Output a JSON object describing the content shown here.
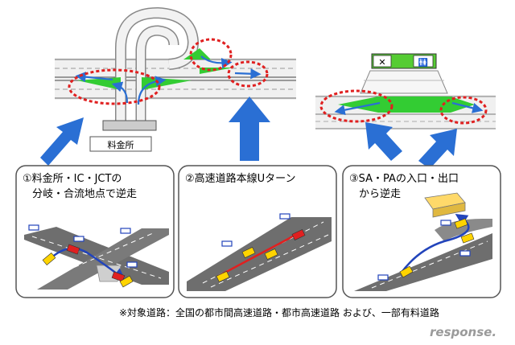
{
  "top": {
    "tollbooth_label": "料金所",
    "sa_sign_left": "✕",
    "sa_sign_right": "🚻"
  },
  "panels": [
    {
      "number": "①",
      "line1": "料金所・IC・JCTの",
      "line2": "分岐・合流地点で逆走"
    },
    {
      "number": "②",
      "line1": "高速道路本線Uターン",
      "line2": ""
    },
    {
      "number": "③",
      "line1": "SA・PAの入口・出口",
      "line2": "から逆走"
    }
  ],
  "footnote": "※対象道路：全国の都市間高速道路・都市高速道路 および、一部有料道路",
  "watermark": "response.",
  "colors": {
    "highlight_green": "#33cc33",
    "arrow_blue": "#2a6fd4",
    "ring_red": "#e02020",
    "car_yellow": "#ffd400",
    "car_red": "#e02020",
    "road_gray": "#6e6e6e"
  }
}
